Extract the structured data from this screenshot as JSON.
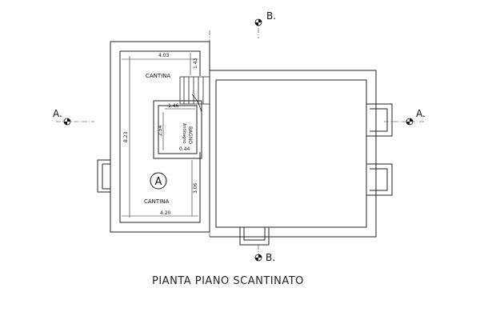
{
  "title": "PIANTA PIANO SCANTINATO",
  "rooms": {
    "cantina_top": "CANTINA",
    "cantina_bottom": "CANTINA",
    "bagno": "BAGNO",
    "bagno_note": "Antibagno"
  },
  "zone_marker": "A",
  "section_markers": {
    "b_top": "B.",
    "b_bottom": "B.",
    "a_left": "A.",
    "a_right": "A."
  },
  "dimensions": {
    "top_width": "4.03",
    "top_right_height": "1.43",
    "left_height": "8.23",
    "bagno_width": "1.46",
    "bagno_height": "2.54",
    "bagno_small": "0.44",
    "bottom_right_height": "3.06",
    "bottom_width": "4.20"
  }
}
